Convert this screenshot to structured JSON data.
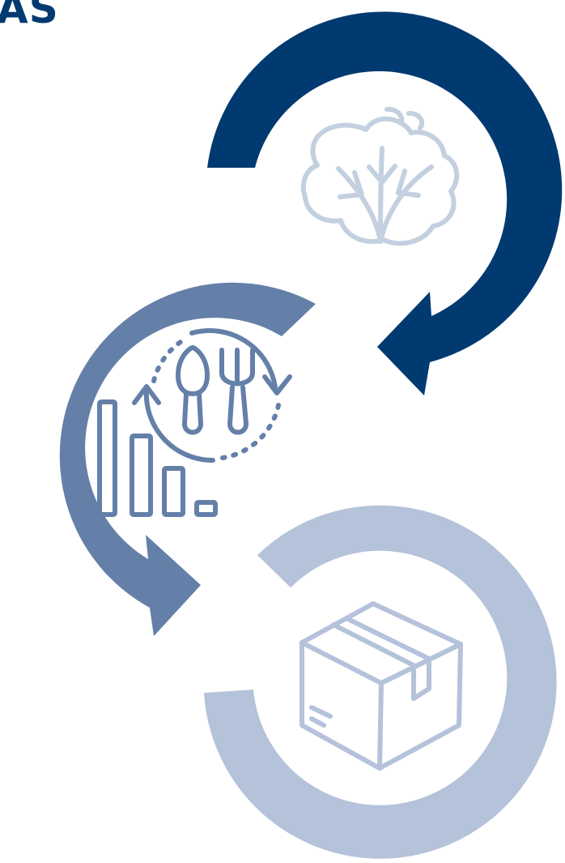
{
  "heading": {
    "text": "AS"
  },
  "colors": {
    "dark_blue": "#003a70",
    "medium_blue": "#6480a8",
    "light_blue": "#b4c2da",
    "pale_icon": "#c2d0df",
    "background": "#ffffff"
  },
  "cycle": {
    "stages": [
      {
        "icon": "cabbage-icon",
        "color": "dark_blue"
      },
      {
        "icon": "food-waste-reduction-icon",
        "color": "medium_blue"
      },
      {
        "icon": "package-box-icon",
        "color": "light_blue"
      }
    ]
  }
}
